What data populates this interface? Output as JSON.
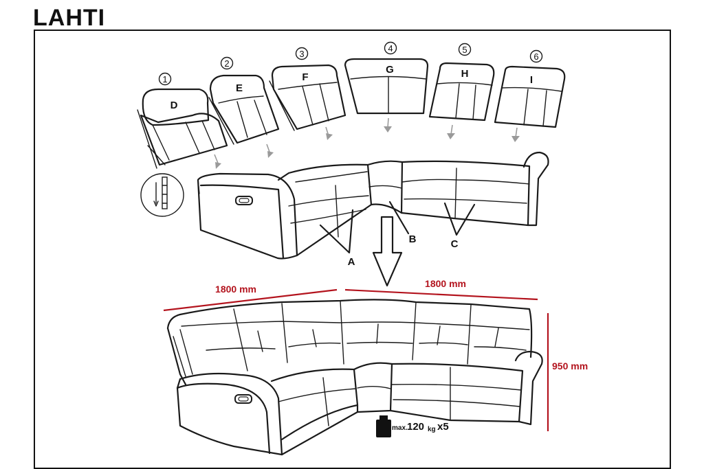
{
  "title": "LAHTI",
  "modules": [
    {
      "number": "1",
      "letter": "D"
    },
    {
      "number": "2",
      "letter": "E"
    },
    {
      "number": "3",
      "letter": "F"
    },
    {
      "number": "4",
      "letter": "G"
    },
    {
      "number": "5",
      "letter": "H"
    },
    {
      "number": "6",
      "letter": "I"
    }
  ],
  "callouts": {
    "a": "A",
    "b": "B",
    "c": "C"
  },
  "dimensions": {
    "left_length": "1800 mm",
    "right_length": "1800 mm",
    "depth": "950 mm"
  },
  "load": {
    "prefix": "max.",
    "value": "120",
    "unit": "kg",
    "multiplier": "x5"
  },
  "colors": {
    "dimension": "#b3131d",
    "line": "#1a1a1a",
    "arrow": "#9a9a9a"
  }
}
